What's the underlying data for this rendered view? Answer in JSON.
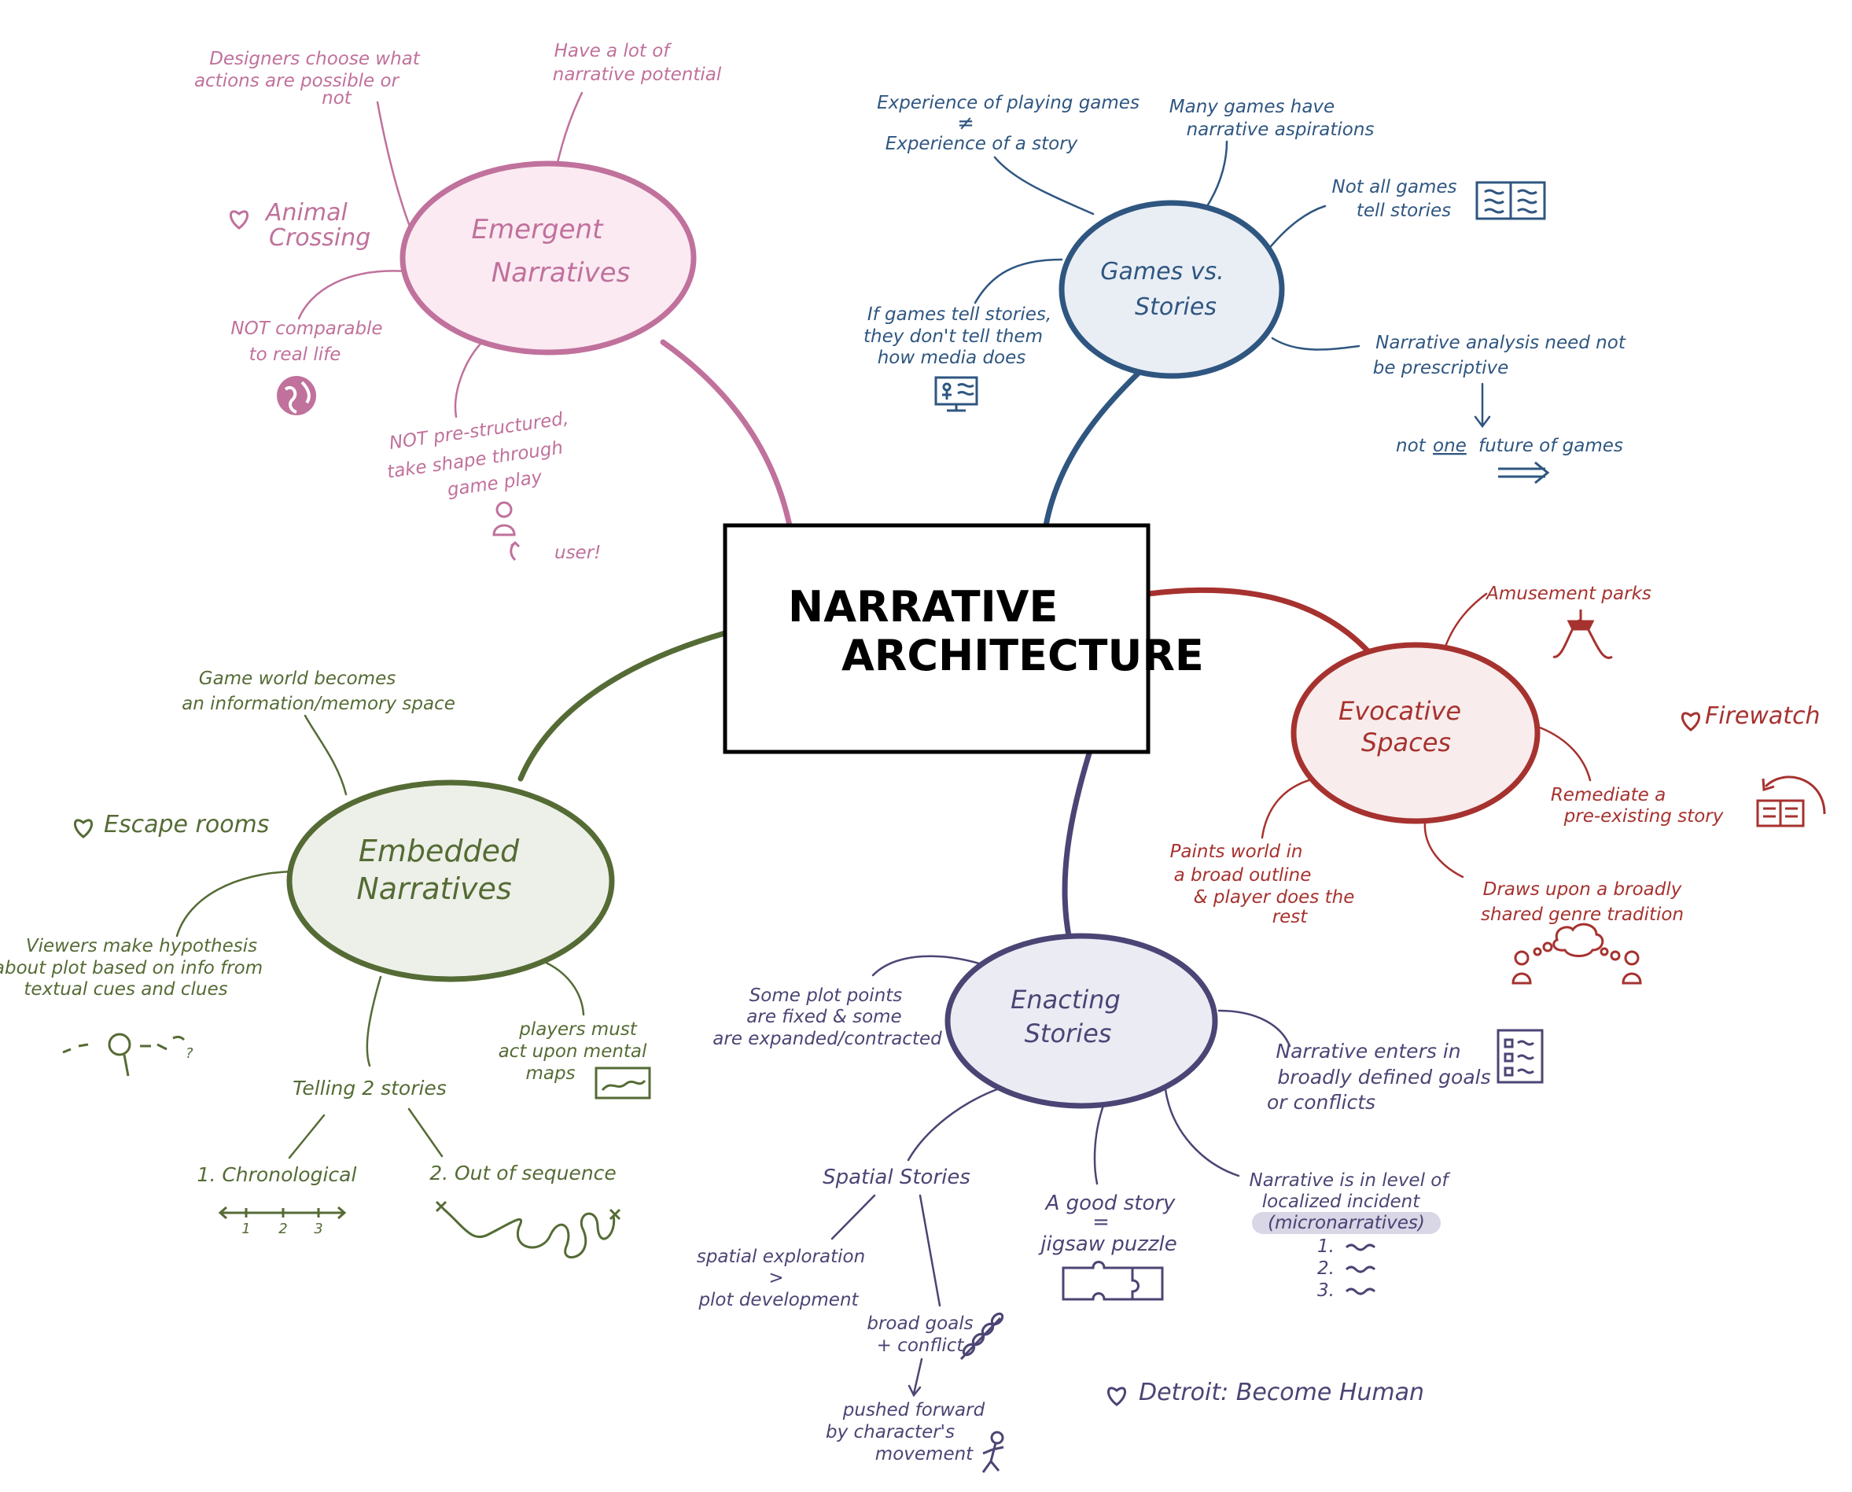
{
  "colors": {
    "center": "#000000",
    "emergent": "#c0719c",
    "emergent_fill": "#fbeaf2",
    "games": "#2f5680",
    "games_fill": "#e9eef5",
    "evocative": "#a6322f",
    "evocative_fill": "#f8ecec",
    "embedded": "#556b35",
    "embedded_fill": "#edf0e8",
    "enacting": "#4a4574",
    "enacting_fill": "#ebebf4",
    "highlight": "#c9c4dc"
  },
  "center": {
    "line1": "NARRATIVE",
    "line2": "ARCHITECTURE"
  },
  "emergent": {
    "line1": "Emergent",
    "line2": "Narratives",
    "designers": [
      "Designers choose what",
      "actions are possible or",
      "not"
    ],
    "potential": [
      "Have a lot of",
      "narrative potential"
    ],
    "fav": [
      "Animal",
      "Crossing"
    ],
    "notcomp": [
      "NOT comparable",
      "to real life"
    ],
    "notpre": [
      "NOT pre-structured,",
      "take shape through",
      "game play"
    ],
    "user": "user!"
  },
  "games": {
    "line1": "Games vs.",
    "line2": "Stories",
    "experience": [
      "Experience of playing games",
      "≠",
      "Experience of a story"
    ],
    "many": [
      "Many games have",
      "narrative aspirations"
    ],
    "notall": [
      "Not all games",
      "tell stories"
    ],
    "iftell": [
      "If games tell stories,",
      "they don't tell them",
      "how media does"
    ],
    "analysis": [
      "Narrative analysis need not",
      "be prescriptive"
    ],
    "future": {
      "pre": "not",
      "underline": "one",
      "post": "future of games"
    }
  },
  "evocative": {
    "line1": "Evocative",
    "line2": "Spaces",
    "amusement": "Amusement parks",
    "fav": "Firewatch",
    "remediate": [
      "Remediate a",
      "pre-existing story"
    ],
    "paints": [
      "Paints world in",
      "a broad outline",
      "& player does the",
      "rest"
    ],
    "draws": [
      "Draws upon a broadly",
      "shared genre tradition"
    ]
  },
  "embedded": {
    "line1": "Embedded",
    "line2": "Narratives",
    "gameworld": [
      "Game world becomes",
      "an information/memory space"
    ],
    "fav": "Escape rooms",
    "viewers": [
      "Viewers make hypothesis",
      "about plot based on info from",
      "textual cues and clues"
    ],
    "players": [
      "players must",
      "act upon mental",
      "maps"
    ],
    "telling": "Telling 2 stories",
    "chrono": "1. Chronological",
    "ticks": [
      "1",
      "2",
      "3"
    ],
    "outseq": "2. Out of sequence",
    "question": "?"
  },
  "enacting": {
    "line1": "Enacting",
    "line2": "Stories",
    "plotpoints": [
      "Some plot points",
      "are fixed & some",
      "are expanded/contracted"
    ],
    "enters": [
      "Narrative enters in",
      "broadly defined goals",
      "or conflicts"
    ],
    "spatial": "Spatial Stories",
    "exploration": [
      "spatial exploration",
      ">",
      "plot development"
    ],
    "broad": [
      "broad goals",
      "+ conflict"
    ],
    "pushed": [
      "pushed forward",
      "by character's",
      "movement"
    ],
    "goodstory": [
      "A good story",
      "=",
      "jigsaw puzzle"
    ],
    "localized": [
      "Narrative is in level of",
      "localized incident",
      "(micronarratives)"
    ],
    "list": [
      "1.",
      "2.",
      "3."
    ],
    "fav": "Detroit: Become Human"
  }
}
